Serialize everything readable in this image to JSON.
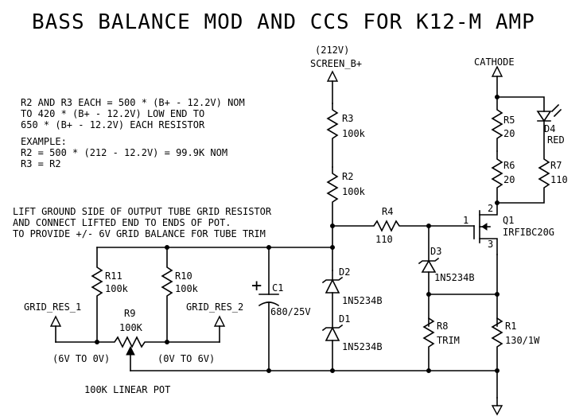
{
  "title": "BASS BALANCE MOD AND CCS FOR K12-M AMP",
  "notes": {
    "formula": [
      "R2 AND R3 EACH = 500 * (B+ - 12.2V) NOM",
      "TO 420 * (B+ - 12.2V) LOW END TO",
      "650  * (B+ - 12.2V) EACH RESISTOR"
    ],
    "example": [
      "EXAMPLE:",
      "R2 = 500 * (212 - 12.2V) = 99.9K NOM",
      "R3 = R2"
    ],
    "ground": [
      "LIFT GROUND SIDE OF OUTPUT TUBE GRID RESISTOR",
      "AND CONNECT LIFTED END TO ENDS OF POT.",
      "TO PROVIDE +/- 6V GRID BALANCE FOR TUBE TRIM"
    ]
  },
  "nets": {
    "screen_voltage": "(212V)",
    "screen": "SCREEN_B+",
    "cathode": "CATHODE",
    "grid_res_1": "GRID_RES_1",
    "grid_res_2": "GRID_RES_2",
    "range_1": "(6V TO 0V)",
    "range_2": "(0V TO 6V)",
    "pot_note": "100K LINEAR POT"
  },
  "components": {
    "r3": {
      "ref": "R3",
      "value": "100k"
    },
    "r2": {
      "ref": "R2",
      "value": "100k"
    },
    "r4": {
      "ref": "R4",
      "value": "110"
    },
    "r5": {
      "ref": "R5",
      "value": "20"
    },
    "r6": {
      "ref": "R6",
      "value": "20"
    },
    "r7": {
      "ref": "R7",
      "value": "110"
    },
    "d4": {
      "ref": "D4",
      "value": "RED"
    },
    "q1": {
      "ref": "Q1",
      "value": "IRFIBC20G",
      "pin1": "1",
      "pin2": "2",
      "pin3": "3"
    },
    "d3": {
      "ref": "D3",
      "value": "1N5234B"
    },
    "d2": {
      "ref": "D2",
      "value": "1N5234B"
    },
    "d1": {
      "ref": "D1",
      "value": "1N5234B"
    },
    "r8": {
      "ref": "R8",
      "value": "TRIM"
    },
    "r1": {
      "ref": "R1",
      "value": "130/1W"
    },
    "r11": {
      "ref": "R11",
      "value": "100k"
    },
    "r10": {
      "ref": "R10",
      "value": "100k"
    },
    "r9": {
      "ref": "R9",
      "value": "100K"
    },
    "c1": {
      "ref": "C1",
      "value": "680/25V",
      "polarity": "+"
    }
  }
}
